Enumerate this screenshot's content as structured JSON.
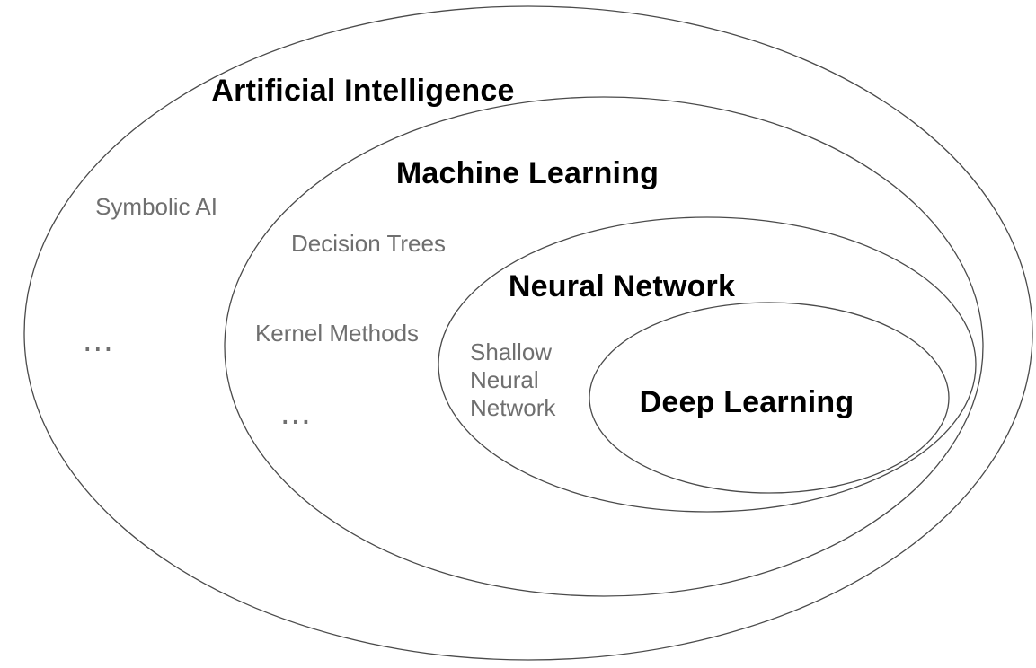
{
  "diagram": {
    "type": "nested-euler-diagram",
    "sets": {
      "artificial_intelligence": {
        "label": "Artificial Intelligence",
        "items": [
          "Symbolic AI",
          "..."
        ]
      },
      "machine_learning": {
        "label": "Machine Learning",
        "items": [
          "Decision Trees",
          "Kernel Methods",
          "..."
        ]
      },
      "neural_network": {
        "label": "Neural Network",
        "items": [
          "Shallow Neural Network"
        ]
      },
      "deep_learning": {
        "label": "Deep Learning",
        "items": []
      }
    }
  },
  "colors": {
    "background": "#ffffff",
    "ellipse_stroke": "#4a4a4a",
    "set_label_text": "#000000",
    "item_label_text": "#6f6f6f"
  }
}
